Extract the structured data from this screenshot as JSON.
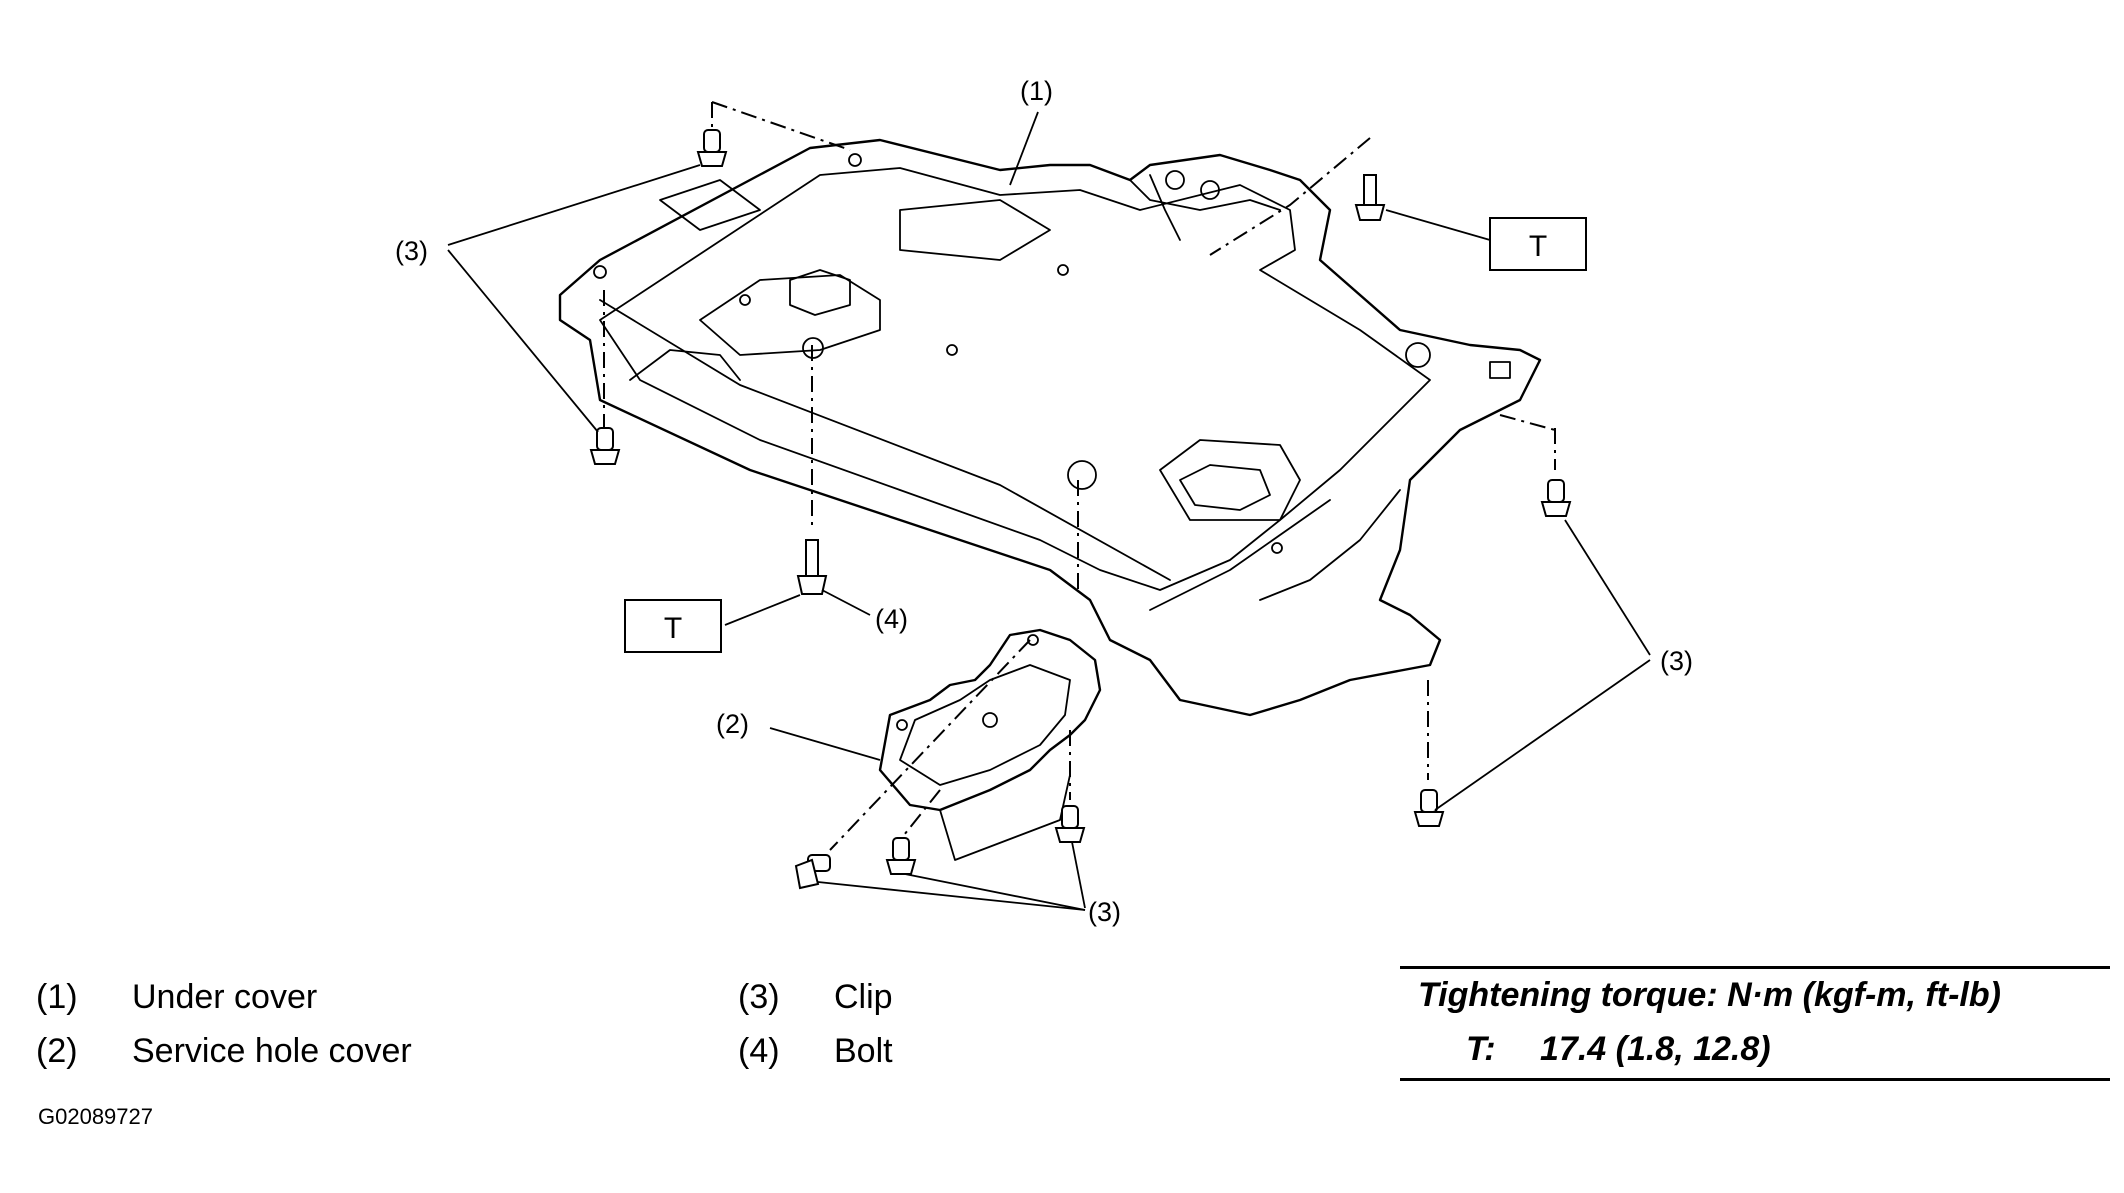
{
  "callouts": {
    "part1": "(1)",
    "clip_left": "(3)",
    "clip_right": "(3)",
    "clip_bottom": "(3)",
    "service_cover": "(2)",
    "bolt": "(4)",
    "torque_mark_right": "T",
    "torque_mark_left": "T"
  },
  "legend": [
    {
      "num": "(1)",
      "label": "Under cover"
    },
    {
      "num": "(2)",
      "label": "Service hole cover"
    },
    {
      "num": "(3)",
      "label": "Clip"
    },
    {
      "num": "(4)",
      "label": "Bolt"
    }
  ],
  "torque": {
    "title": "Tightening torque: N·m (kgf-m, ft-lb)",
    "key": "T:",
    "value": "17.4 (1.8, 12.8)"
  },
  "figure_code": "G02089727"
}
